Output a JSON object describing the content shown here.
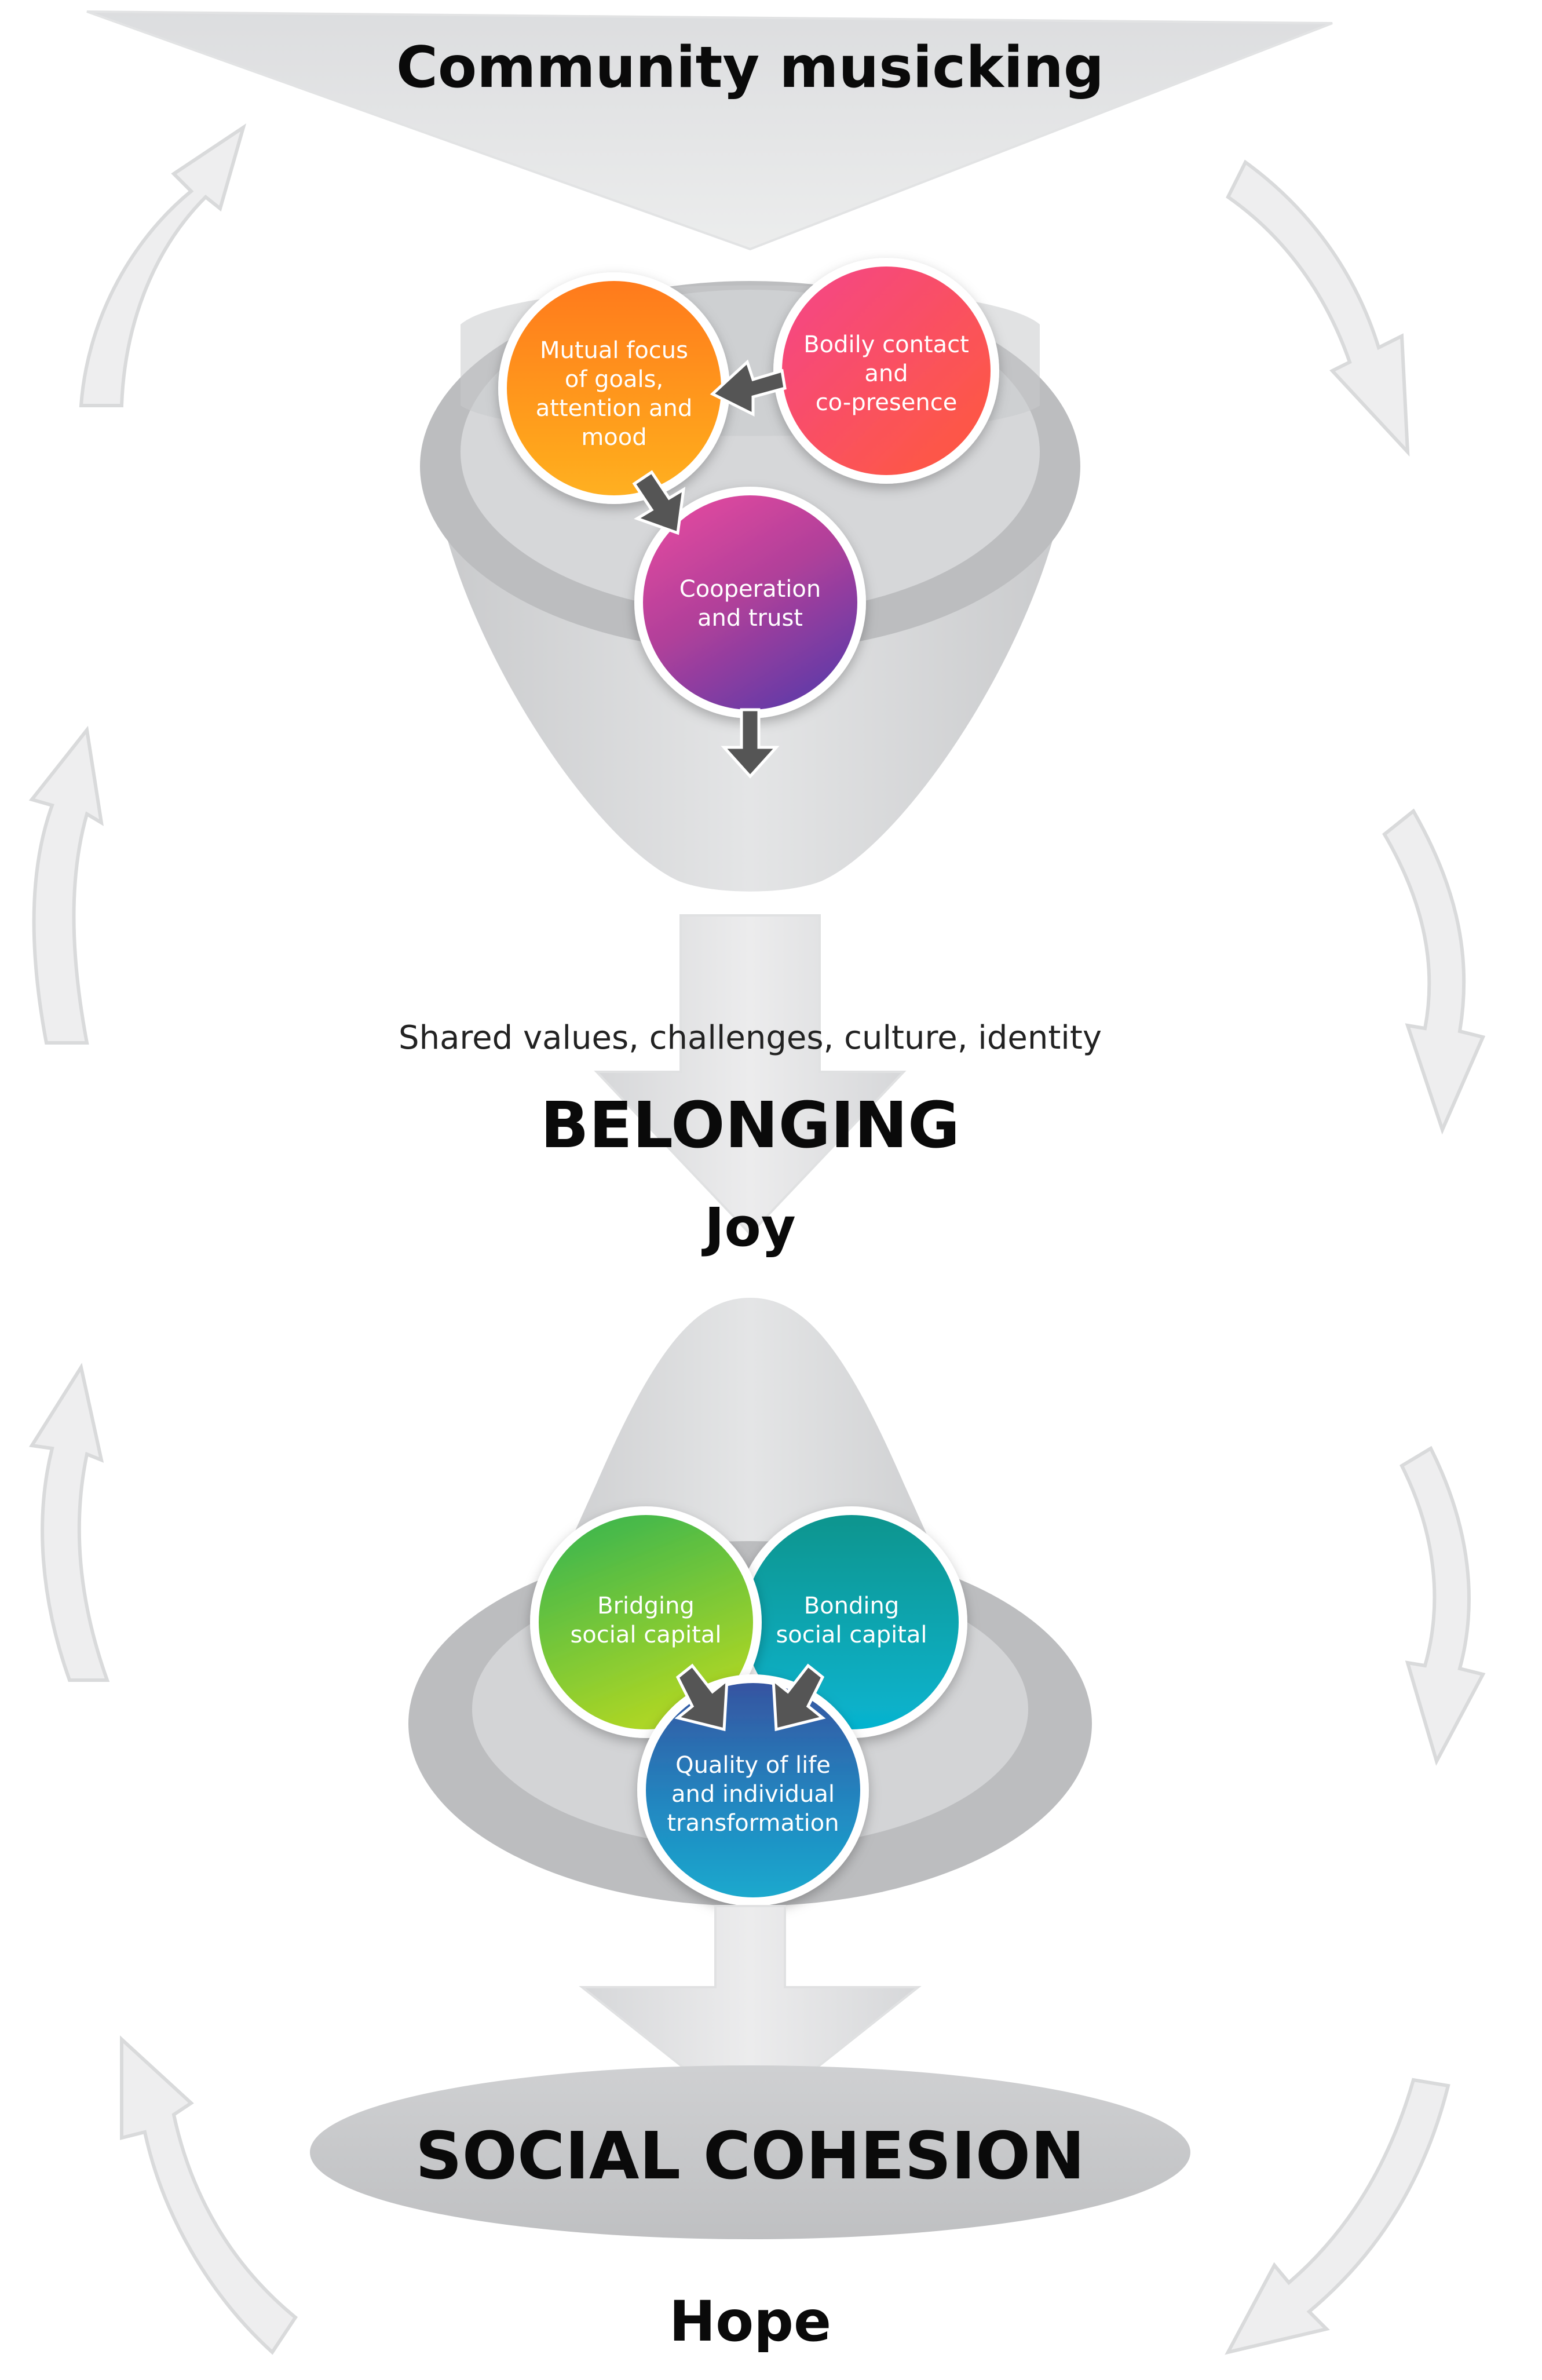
{
  "top_banner": {
    "label": "Community musicking"
  },
  "upper_funnel": {
    "circles": [
      {
        "id": "mutual",
        "lines": [
          "Mutual focus",
          "of goals,",
          "attention and",
          "mood"
        ]
      },
      {
        "id": "bodily",
        "lines": [
          "Bodily contact",
          "and",
          "co-presence"
        ]
      },
      {
        "id": "cooperation",
        "lines": [
          "Cooperation",
          "and trust"
        ]
      }
    ]
  },
  "middle": {
    "caption": "Shared values, challenges, culture, identity",
    "belonging": "BELONGING",
    "joy": "Joy"
  },
  "lower_funnel": {
    "circles": [
      {
        "id": "bridging",
        "lines": [
          "Bridging",
          "social capital"
        ]
      },
      {
        "id": "bonding",
        "lines": [
          "Bonding",
          "social capital"
        ]
      },
      {
        "id": "quality",
        "lines": [
          "Quality of life",
          "and individual",
          "transformation"
        ]
      }
    ]
  },
  "bottom": {
    "social_cohesion": "SOCIAL COHESION",
    "hope": "Hope"
  },
  "colors": {
    "mutual": [
      "#ffa11a",
      "#ff6a1a"
    ],
    "bodily": [
      "#ff7a5a",
      "#f0326a"
    ],
    "cooperation": [
      "#e8409a",
      "#6a3aa0"
    ],
    "bridging": [
      "#9ad41e",
      "#2fb04a"
    ],
    "bonding": [
      "#1aa8a0",
      "#0aa0c0"
    ],
    "quality": [
      "#1aa0c8",
      "#2a4a9a"
    ],
    "funnel_gray": "#c8c9cb",
    "arrow_dark": "#555555"
  }
}
